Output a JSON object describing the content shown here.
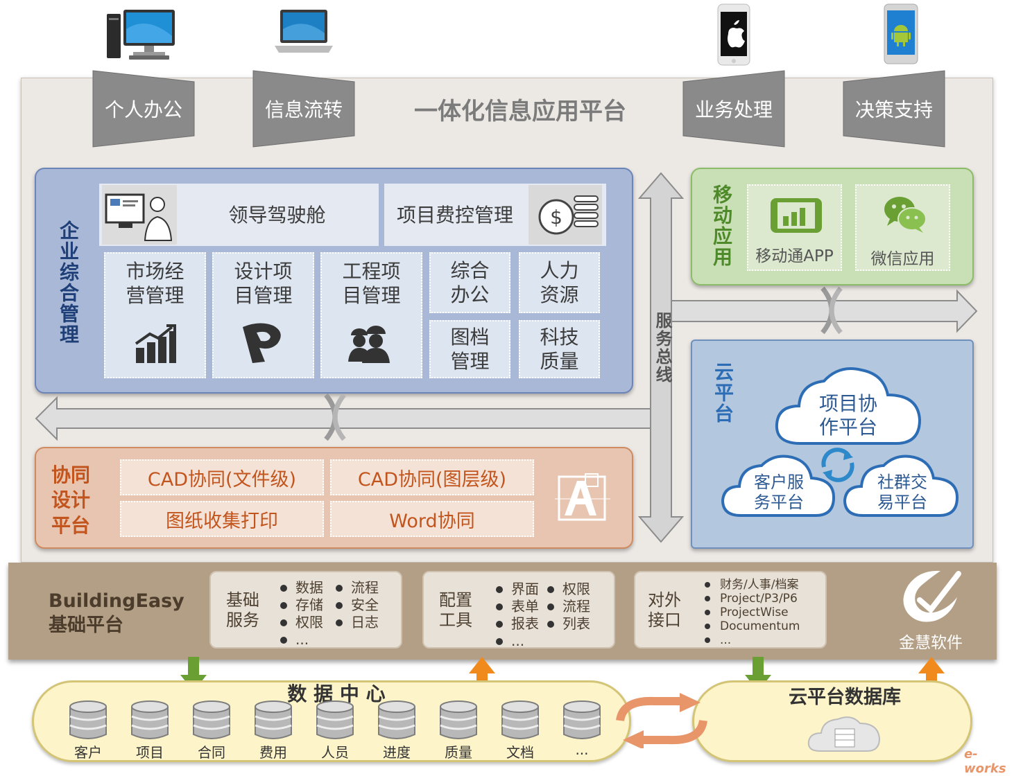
{
  "platform_title": "一体化信息应用平台",
  "access_channels": [
    "个人办公",
    "信息流转",
    "业务处理",
    "决策支持"
  ],
  "devices": [
    "desktop-computer-icon",
    "laptop-icon",
    "iphone-icon",
    "android-phone-icon"
  ],
  "enterprise": {
    "title": "企业综合管理",
    "top_items": [
      "领导驾驶舱",
      "项目费控管理"
    ],
    "modules": [
      {
        "label": "市场经\n营管理",
        "icon": "growth-chart-icon"
      },
      {
        "label": "设计项\n目管理",
        "icon": "project-p-icon"
      },
      {
        "label": "工程项\n目管理",
        "icon": "workers-icon"
      },
      {
        "label": "综合\n办公"
      },
      {
        "label": "人力\n资源"
      },
      {
        "label": "图档\n管理"
      },
      {
        "label": "科技\n质量"
      }
    ]
  },
  "service_bus": "服务总线",
  "mobile": {
    "title": "移动应用",
    "items": [
      "移动通APP",
      "微信应用"
    ]
  },
  "cloud": {
    "title": "云平台",
    "items": [
      "项目协\n作平台",
      "客户服\n务平台",
      "社群交\n易平台"
    ]
  },
  "collab": {
    "title": "协同\n设计\n平台",
    "items": [
      "CAD协同(文件级)",
      "CAD协同(图层级)",
      "图纸收集打印",
      "Word协同"
    ]
  },
  "base": {
    "title_en": "BuildingEasy",
    "title_cn": "基础平台",
    "groups": [
      {
        "title": "基础\n服务",
        "col1": [
          "数据",
          "存储",
          "权限",
          "..."
        ],
        "col2": [
          "流程",
          "安全",
          "日志"
        ]
      },
      {
        "title": "配置\n工具",
        "col1": [
          "界面",
          "表单",
          "报表",
          "..."
        ],
        "col2": [
          "权限",
          "流程",
          "列表"
        ]
      },
      {
        "title": "对外\n接口",
        "col1": [
          "财务/人事/档案",
          "Project/P3/P6",
          "ProjectWise",
          "Documentum",
          "..."
        ]
      }
    ],
    "brand": "金慧软件"
  },
  "data_center": {
    "title": "数 据 中 心",
    "items": [
      "客户",
      "项目",
      "合同",
      "费用",
      "人员",
      "进度",
      "质量",
      "文档",
      "..."
    ]
  },
  "cloud_db": {
    "title": "云平台数据库"
  },
  "watermark": "e-works",
  "colors": {
    "enterprise_bg": "#a8b8d6",
    "mobile_bg": "#c9dfb5",
    "cloud_bg": "#b3c7de",
    "collab_bg": "#e8c5b0",
    "base_bg": "#b39f86",
    "data_bg": "#fdf4c9",
    "down_arrow": "#6aa033",
    "up_arrow": "#f08a1c"
  }
}
